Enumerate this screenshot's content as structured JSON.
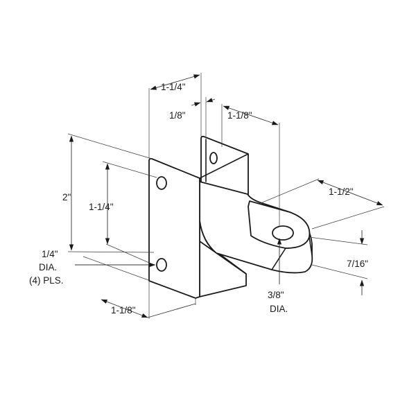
{
  "dimensions": {
    "top_width": "1-1/4\"",
    "thickness": "1/8\"",
    "flange_offset": "1-1/8\"",
    "lug_length": "1-1/2\"",
    "overall_height": "2\"",
    "hole_spacing": "1-1/4\"",
    "lug_height": "7/16\"",
    "base_width": "1-1/8\""
  },
  "notes": {
    "mount_hole_line1": "1/4\"",
    "mount_hole_line2": "DIA.",
    "mount_hole_line3": "(4) PLS.",
    "pin_hole_line1": "3/8\"",
    "pin_hole_line2": "DIA."
  },
  "colors": {
    "line": "#1a1a1a",
    "background": "#ffffff"
  }
}
